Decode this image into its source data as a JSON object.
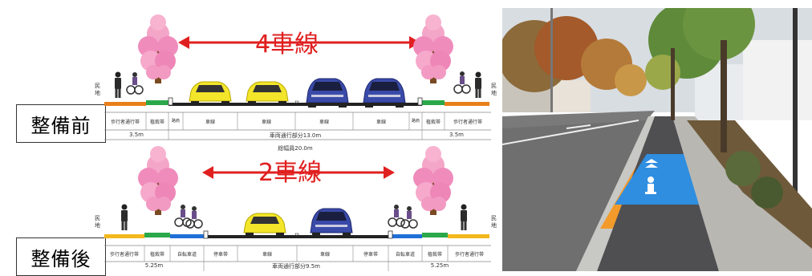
{
  "before": {
    "label": "整備前",
    "lane_title": "4車線",
    "minchi_left": "民地",
    "minchi_right": "民地",
    "segments": [
      "歩行者通行帯",
      "植栽帯",
      "路肩",
      "車線",
      "車線",
      "車線",
      "車線",
      "路肩",
      "植栽帯",
      "歩行者通行帯"
    ],
    "side_width_left": "3.5m",
    "center_width": "車両通行部分13.0m",
    "side_width_right": "3.5m",
    "total_width": "総幅員20.0m"
  },
  "after": {
    "label": "整備後",
    "lane_title": "2車線",
    "minchi_left": "民地",
    "minchi_right": "民地",
    "segments": [
      "歩行者通行帯",
      "植栽帯",
      "自転車道",
      "停車帯",
      "車線",
      "車線",
      "停車帯",
      "自転車道",
      "植栽帯",
      "歩行者通行帯"
    ],
    "side_width_left": "5.25m",
    "center_width": "車両通行部分9.5m",
    "side_width_right": "5.25m"
  },
  "colors": {
    "accent_red": "#e02020",
    "sidewalk_orange": "#e8801a",
    "green_strip": "#2aa84a",
    "bike_blue": "#1f6fd6",
    "walk_yellow": "#f3b81b",
    "bike_lane_paint": "#2f8ee0"
  }
}
